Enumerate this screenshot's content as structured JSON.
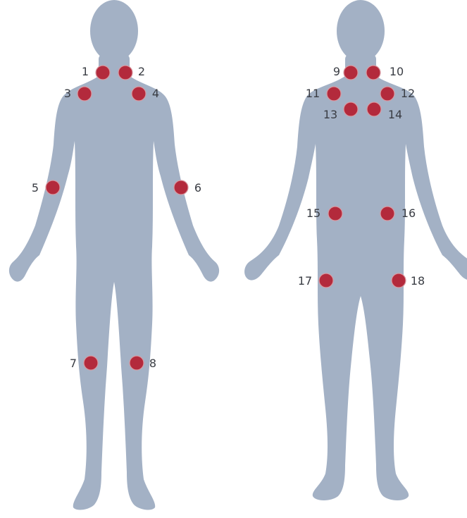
{
  "colors": {
    "background": "#ffffff",
    "silhouette": "#a3b1c5",
    "marker": "#b32a3c",
    "label": "#3a3d44"
  },
  "figures": {
    "front": {
      "description_kind": "front-view-body-silhouette"
    },
    "back": {
      "description_kind": "back-view-body-silhouette"
    }
  },
  "points": [
    {
      "label": "1"
    },
    {
      "label": "2"
    },
    {
      "label": "3"
    },
    {
      "label": "4"
    },
    {
      "label": "5"
    },
    {
      "label": "6"
    },
    {
      "label": "7"
    },
    {
      "label": "8"
    },
    {
      "label": "9"
    },
    {
      "label": "10"
    },
    {
      "label": "11"
    },
    {
      "label": "12"
    },
    {
      "label": "13"
    },
    {
      "label": "14"
    },
    {
      "label": "15"
    },
    {
      "label": "16"
    },
    {
      "label": "17"
    },
    {
      "label": "18"
    }
  ]
}
